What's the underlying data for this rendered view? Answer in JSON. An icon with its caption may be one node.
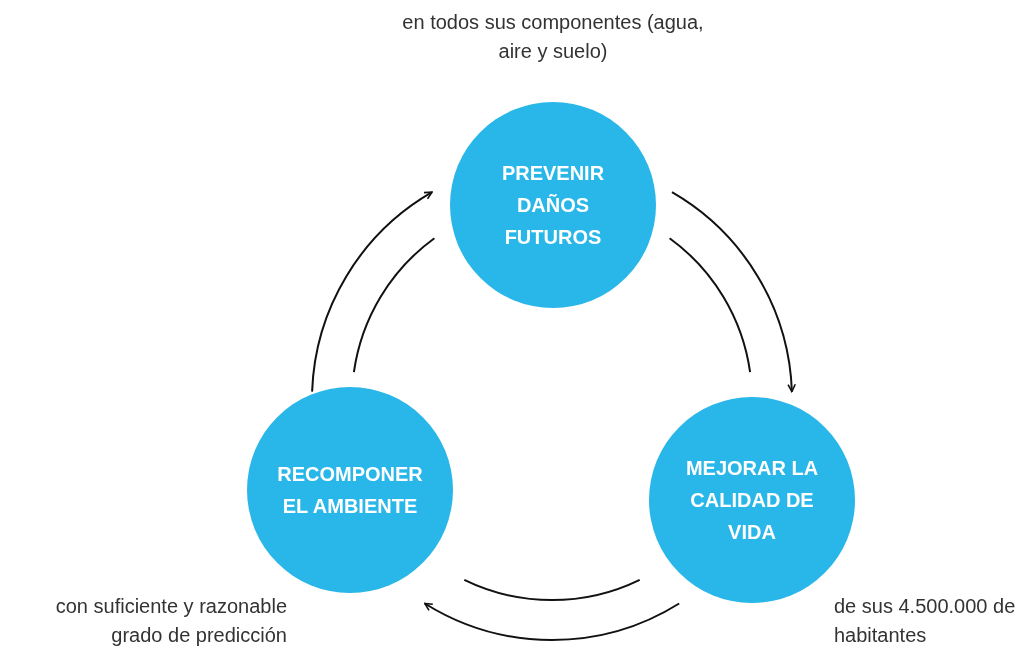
{
  "diagram": {
    "nodes": [
      {
        "text": [
          "PREVENIR DAÑOS FUTUROS"
        ],
        "beside": [
          "en todos sus componentes (agua, aire y suelo)"
        ]
      },
      {
        "text": [
          "MEJORAR LA CALIDAD DE VIDA"
        ],
        "beside": [
          "de sus 4.500.000 de habitantes"
        ]
      },
      {
        "text": [
          "RECOMPONER EL AMBIENTE"
        ],
        "beside": [
          "con suficiente y razonable grado de predicción"
        ]
      }
    ],
    "edges": [
      {
        "from": 0,
        "to": 1,
        "arrow": "to"
      },
      {
        "from": 0,
        "to": 1,
        "arrow": "none"
      },
      {
        "from": 1,
        "to": 2,
        "arrow": "to"
      },
      {
        "from": 1,
        "to": 2,
        "arrow": "none"
      },
      {
        "from": 2,
        "to": 0,
        "arrow": "to"
      },
      {
        "from": 2,
        "to": 0,
        "arrow": "none"
      }
    ]
  }
}
